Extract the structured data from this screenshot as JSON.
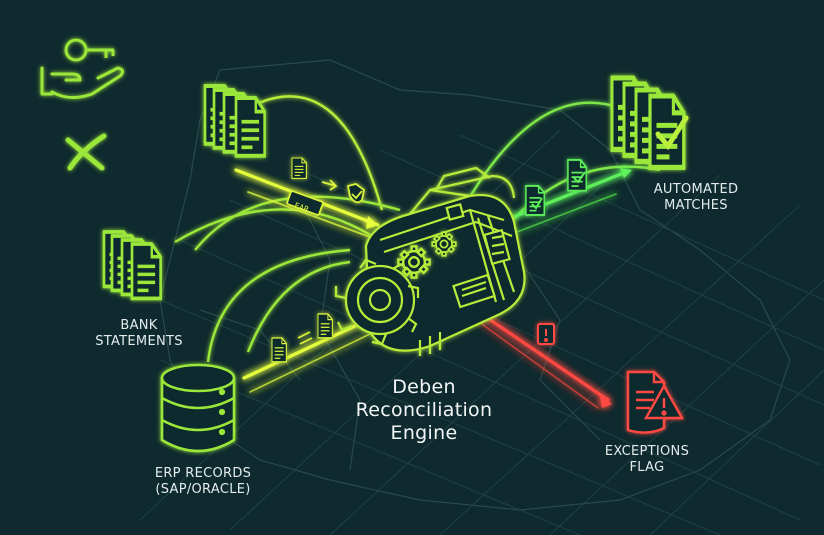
{
  "colors": {
    "background": "#0f2a2e",
    "neon_green": "#9be83a",
    "bright_green": "#5df05a",
    "yellow_green": "#e6ff3c",
    "alert_red": "#ff4a42",
    "label_text": "#e3ecec"
  },
  "icons": [
    "key-icon",
    "hand-icon",
    "x-mark-icon",
    "document-stack-icon",
    "database-icon",
    "gear-icon",
    "checkmark-icon",
    "warning-icon",
    "shield-icon"
  ],
  "labels": {
    "bank": [
      "BANK",
      "STATEMENTS"
    ],
    "erp": [
      "ERP RECORDS",
      "(SAP/ORACLE)"
    ],
    "matches": [
      "AUTOMATED",
      "MATCHES"
    ],
    "exceptions": [
      "EXCEPTIONS",
      "FLAG"
    ],
    "engine": [
      "Deben",
      "Reconciliation",
      "Engine"
    ],
    "tag_text": "EAR"
  }
}
